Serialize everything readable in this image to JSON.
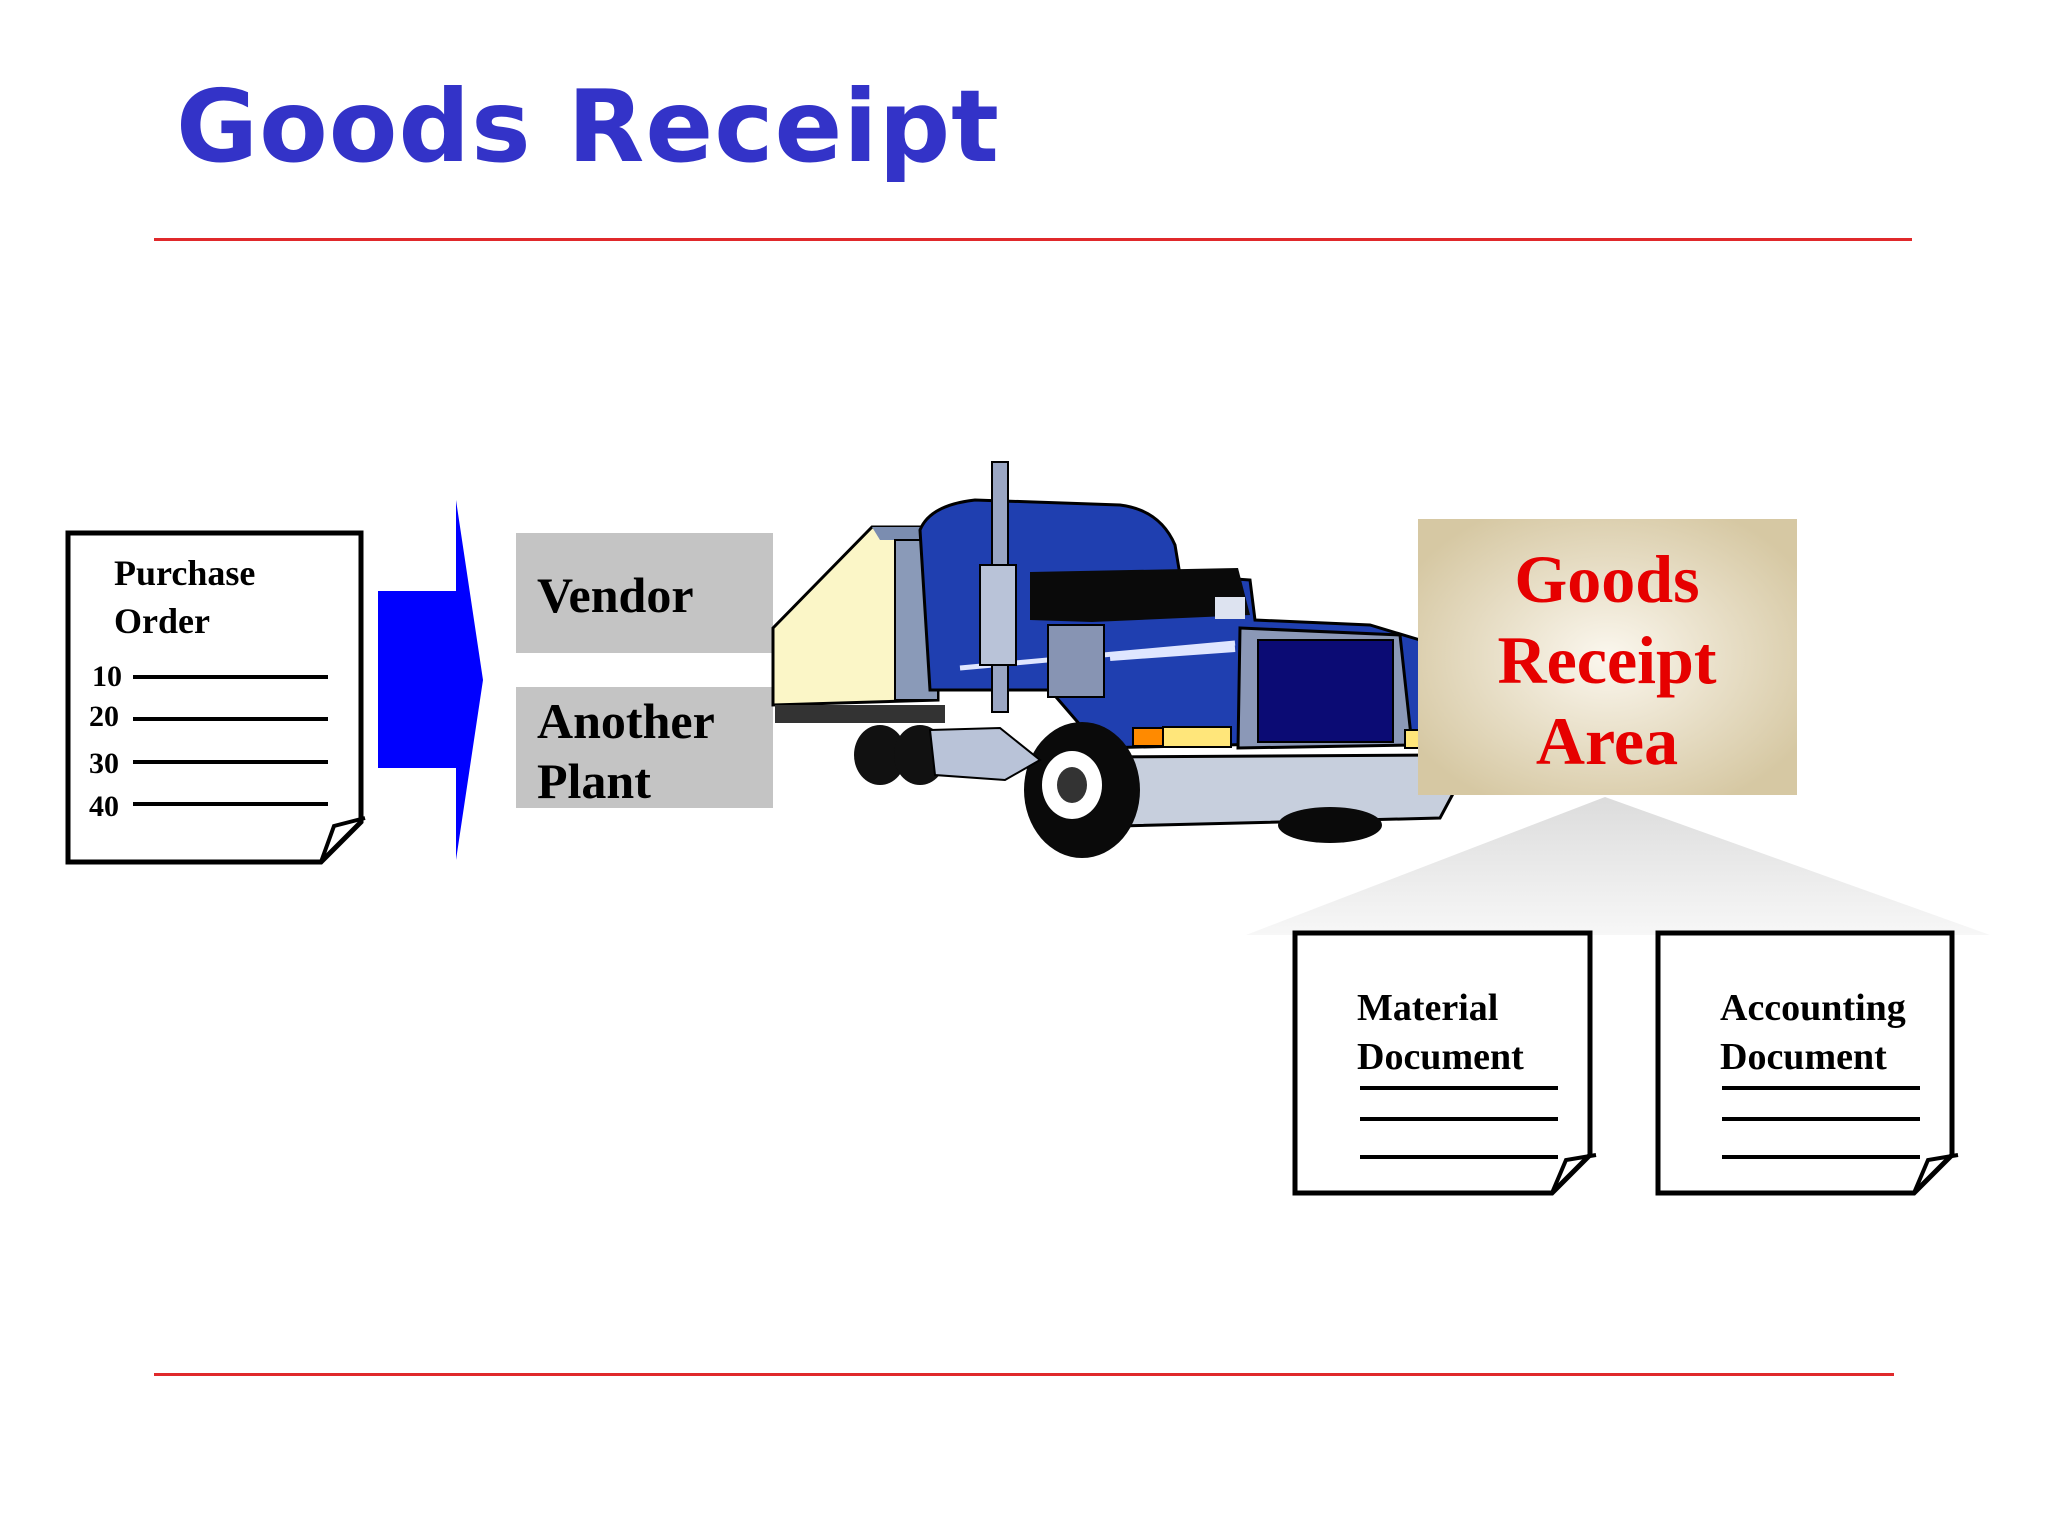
{
  "slide": {
    "title": "Goods Receipt"
  },
  "purchase_order": {
    "title_line1": "Purchase",
    "title_line2": "Order",
    "items": [
      "10",
      "20",
      "30",
      "40"
    ]
  },
  "sources": {
    "vendor": "Vendor",
    "another_plant_line1": "Another",
    "another_plant_line2": "Plant"
  },
  "receipt_area": {
    "line1": "Goods",
    "line2": "Receipt",
    "line3": "Area"
  },
  "documents": {
    "material": {
      "line1": "Material",
      "line2": "Document"
    },
    "accounting": {
      "line1": "Accounting",
      "line2": "Document"
    }
  },
  "colors": {
    "title": "#3333c8",
    "rule": "#e0292b",
    "arrow": "#0000ff",
    "source_box": "#c4c4c4",
    "receipt_text": "#e60000",
    "receipt_box": "#d8cba8",
    "truck": "#1f3fb0"
  }
}
